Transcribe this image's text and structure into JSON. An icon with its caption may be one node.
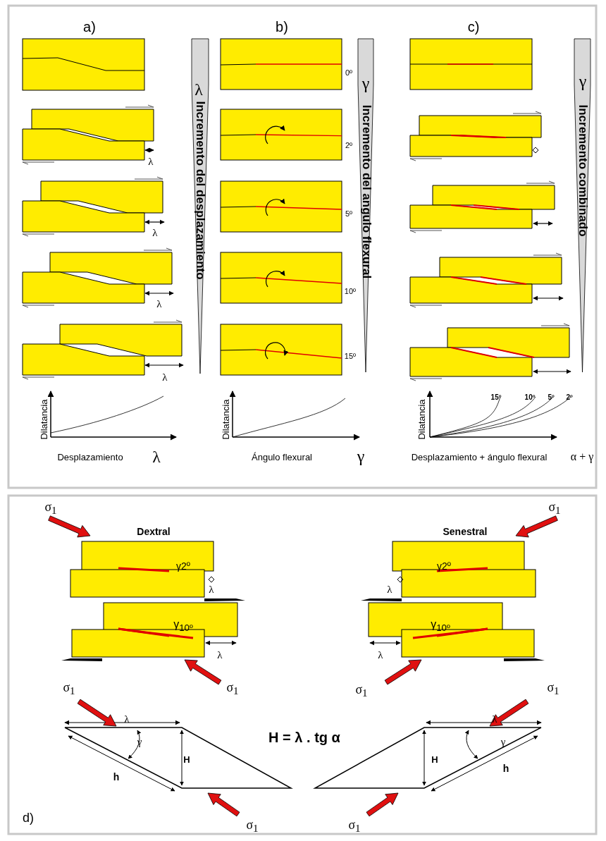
{
  "diagram": {
    "labels": [
      "a)",
      "b)",
      "c)",
      "λ",
      "Incremento del desplazamiento",
      "γ",
      "Incremento del angulo flexural",
      "γ",
      "Incremento combinado",
      "0º",
      "2º",
      "5º",
      "10º",
      "15º",
      "λ",
      "λ",
      "λ",
      "λ",
      "Dilatancia",
      "Desplazamiento",
      "λ",
      "Dilatancia",
      "Ángulo flexural",
      "γ",
      "15º",
      "10º",
      "5º",
      "2º",
      "Dilatancia",
      "Desplazamiento + ángulo flexural",
      "α + γ",
      "σ$_{1}$",
      "σ$_{1}$",
      "Dextral",
      "Senestral",
      "γ2º",
      "γ2º",
      "λ",
      "λ",
      "γ$_{10º}$",
      "γ$_{10º}$",
      "λ",
      "λ",
      "σ$_{1}$",
      "σ$_{1}$",
      "σ$_{1}$",
      "σ$_{1}$",
      "λ",
      "λ",
      "H = λ . tg α",
      "γ",
      "γ",
      "H",
      "H",
      "h",
      "h",
      "σ$_{1}$",
      "σ$_{1}$",
      "d)"
    ]
  }
}
